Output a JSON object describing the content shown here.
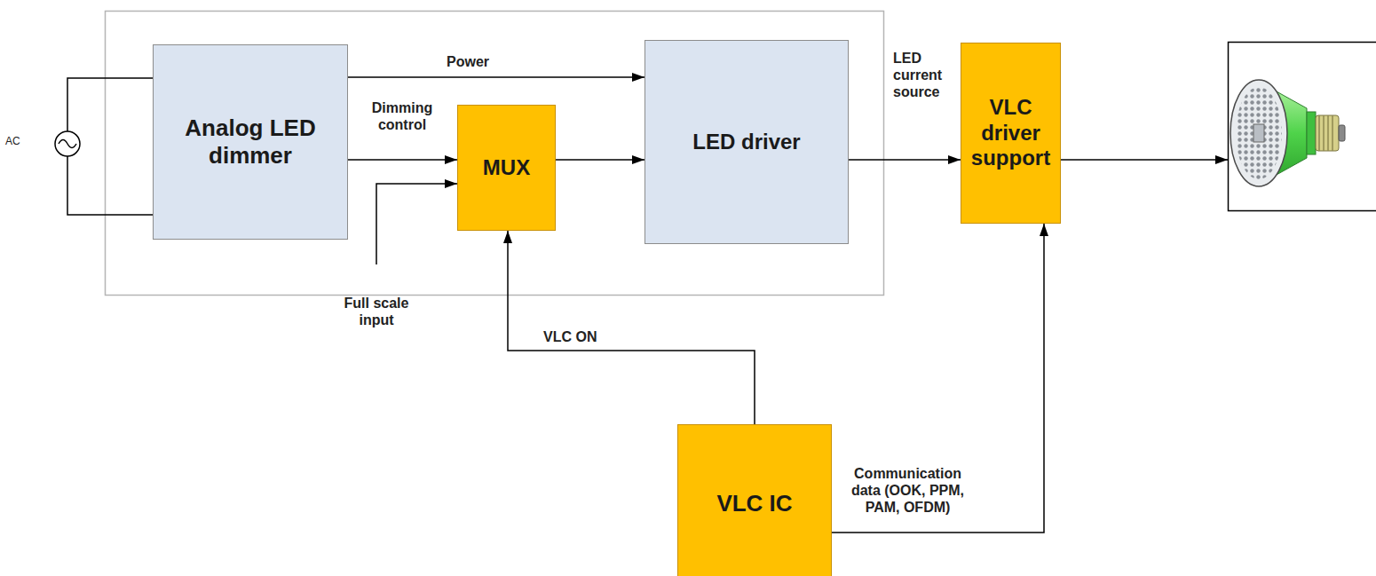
{
  "diagram": {
    "nodes": [
      {
        "text": [
          "Analog LED dimmer"
        ]
      },
      {
        "text": [
          "MUX"
        ]
      },
      {
        "text": [
          "LED driver"
        ]
      },
      {
        "text": [
          "VLC driver support"
        ]
      },
      {
        "text": [
          "VLC IC"
        ]
      }
    ],
    "edges": [
      {
        "from": 0,
        "to": 2,
        "label": "Power",
        "arrow": "to"
      },
      {
        "from": 0,
        "to": 1,
        "label": "Dimming control",
        "arrow": "to"
      },
      {
        "from": 1,
        "to": 2,
        "arrow": "to"
      },
      {
        "from": 2,
        "to": 3,
        "label": "LED current source",
        "arrow": "to"
      },
      {
        "from": 4,
        "to": 1,
        "label": "VLC ON",
        "arrow": "to"
      },
      {
        "from": 4,
        "to": 3,
        "label": "Communication data (OOK, PPM, PAM, OFDM)",
        "arrow": "to"
      }
    ],
    "labels": [
      "AC",
      "Full scale input"
    ]
  }
}
